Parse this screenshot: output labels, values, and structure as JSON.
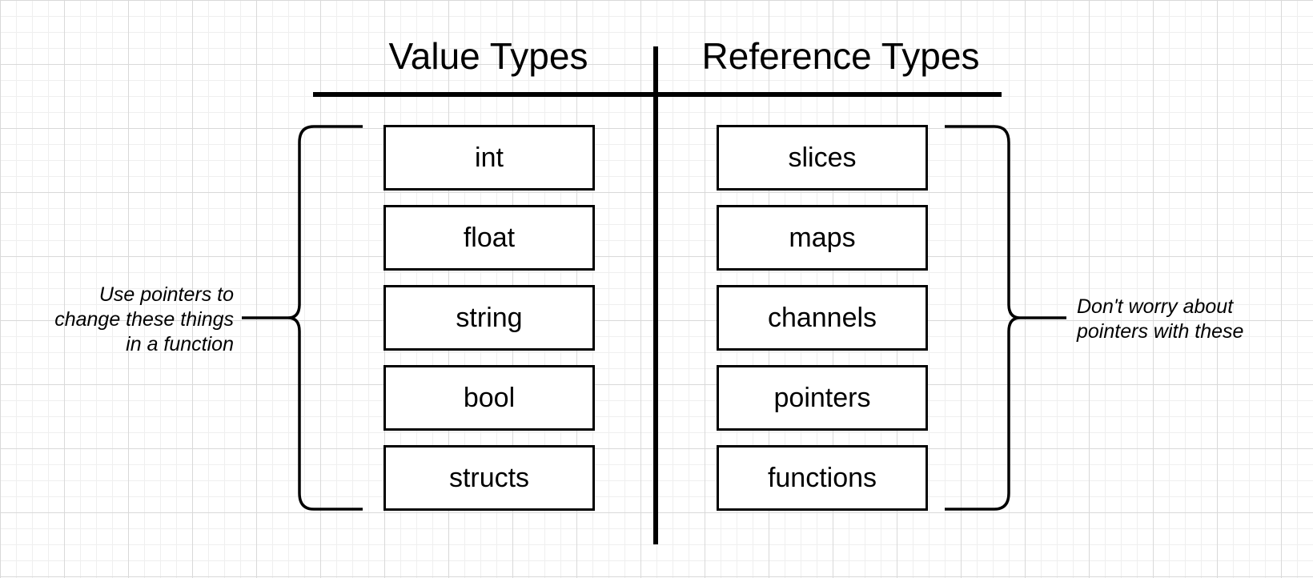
{
  "columns": {
    "left": {
      "title": "Value Types",
      "items": [
        "int",
        "float",
        "string",
        "bool",
        "structs"
      ],
      "note": "Use pointers to\nchange these things\nin a function"
    },
    "right": {
      "title": "Reference Types",
      "items": [
        "slices",
        "maps",
        "channels",
        "pointers",
        "functions"
      ],
      "note": "Don't worry about\npointers with these"
    }
  },
  "colors": {
    "stroke": "#000000",
    "grid_major": "#d9d9d9",
    "grid_minor": "#efefef",
    "background": "#ffffff"
  }
}
